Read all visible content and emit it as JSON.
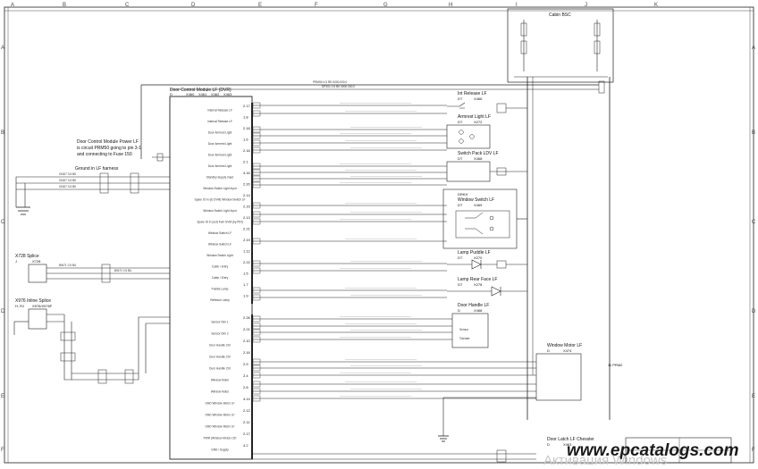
{
  "grid": {
    "columns": [
      "A",
      "B",
      "C",
      "D",
      "E",
      "F",
      "G",
      "H",
      "I",
      "J",
      "K"
    ],
    "rows": [
      "A",
      "B",
      "C",
      "D",
      "E",
      "F"
    ]
  },
  "cabin": {
    "label": "Cabin BSC"
  },
  "ecu": {
    "title": "Door Control Module LF (DVR)",
    "code": "D",
    "connectors": [
      "X460",
      "X461",
      "X462",
      "X463"
    ],
    "pins_top": [
      {
        "pin": "2.17",
        "label": "Internal Release LF"
      },
      {
        "pin": "1.8",
        "label": "Internal Release LF"
      },
      {
        "pin": "2.18",
        "label": "Door Armrest Light"
      },
      {
        "pin": "1.6",
        "label": "Door Armrest Light"
      },
      {
        "pin": "2.16",
        "label": "Door Armrest Light"
      },
      {
        "pin": "2.1",
        "label": "Door Armrest Light"
      },
      {
        "pin": "4.16",
        "label": "Standby Supply Input"
      },
      {
        "pin": "2.20",
        "label": "Window Switch Light Input"
      },
      {
        "pin": "2.14",
        "label": "Spare IO in (to DVM) Window Switch LF"
      },
      {
        "pin": "2.15",
        "label": "Window Switch Light Input"
      },
      {
        "pin": "2.13",
        "label": "Spare IO in (out) from DVM (by PIN)"
      },
      {
        "pin": "2.21",
        "label": "Window Switch LF"
      },
      {
        "pin": "2.19",
        "label": "Window Switch LF"
      },
      {
        "pin": "1.12",
        "label": "Window Switch Light"
      },
      {
        "pin": "2.22",
        "label": "Cabin / Entry"
      },
      {
        "pin": "1.5",
        "label": "Cabin / Entry"
      },
      {
        "pin": "1.7",
        "label": "Puddle Lamp"
      },
      {
        "pin": "1.9",
        "label": "Reflector Lamp"
      }
    ],
    "pins_bottom": [
      {
        "pin": "2.26",
        "label": "Sensor Dim 1"
      },
      {
        "pin": "2.21",
        "label": "Sensor Dim 2"
      },
      {
        "pin": "2.10",
        "label": "Door Handle Ctrl"
      },
      {
        "pin": "2.16",
        "label": "Door Handle Ctrl"
      },
      {
        "pin": "2.9",
        "label": "Door Handle Ctrl"
      },
      {
        "pin": "2.4",
        "label": "Window Motor"
      },
      {
        "pin": "2.8",
        "label": "Window Motor"
      },
      {
        "pin": "4.14",
        "label": "GND Window Motor LF"
      },
      {
        "pin": "2.12",
        "label": "GND Window Motor LF"
      },
      {
        "pin": "2.11",
        "label": "GND Window Motor LF"
      },
      {
        "pin": "2.17",
        "label": "PWR (Window Motor) Ctrl"
      },
      {
        "pin": "4.2",
        "label": "GND / Supply"
      }
    ]
  },
  "power_note": [
    "Door Control Module Power LF",
    "is circuit PRM50 going to pin 3-1",
    "and connecting to Fuse 150"
  ],
  "ground_harness": {
    "label": "Ground in LF harness"
  },
  "splices": [
    {
      "name": "X728 Splice",
      "code": "J",
      "ref": "X728"
    },
    {
      "name": "X976 Inline Splice",
      "code": "H, RJ",
      "ref": "X976/X976F"
    }
  ],
  "components": [
    {
      "name": "Int Release LF",
      "code": "DT",
      "ref": "X466"
    },
    {
      "name": "Armrest Light LF",
      "code": "DT",
      "ref": "X272"
    },
    {
      "name": "Switch Pack LDV LF",
      "code": "DT",
      "ref": "X468"
    },
    {
      "name": "Window Switch LF",
      "code": "DT",
      "ref": "X469",
      "prefix": "DRKH"
    },
    {
      "name": "Lamp Puddle LF",
      "code": "DT",
      "ref": "X270"
    },
    {
      "name": "Lamp Rear Face LF",
      "code": "DT",
      "ref": "X278"
    },
    {
      "name": "Door Handle LF",
      "code": "D",
      "ref": "X468"
    },
    {
      "name": "Window Motor LF",
      "code": "D",
      "ref": "X474"
    },
    {
      "name": "Door Latch LF Chessler",
      "code": "D",
      "ref": "X463"
    }
  ],
  "side_label": "11 PRM2",
  "watermark": {
    "site": "www.epcatalogs.com",
    "os": "Активация Windows"
  },
  "colors": {
    "line": "#1a1a1a",
    "frame": "#222222",
    "paper": "#ffffff"
  }
}
